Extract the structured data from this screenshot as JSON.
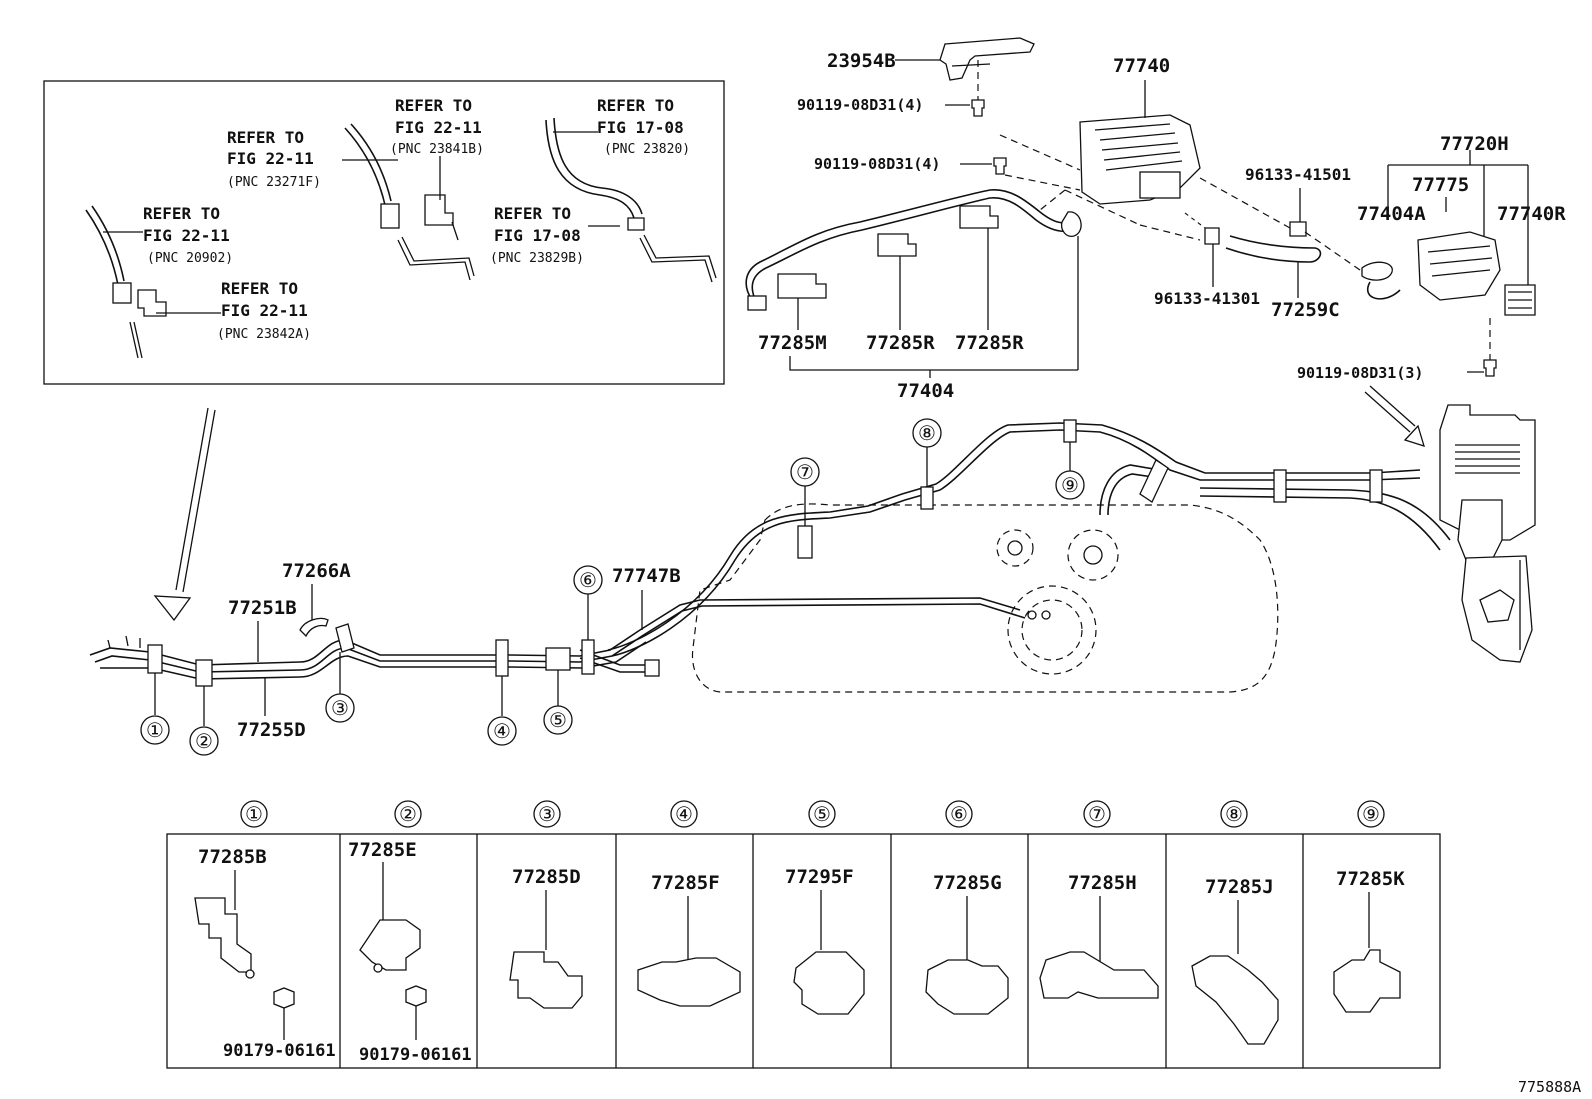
{
  "figure_id": "775888A",
  "inset_refs": [
    {
      "line1": "REFER TO",
      "line2": "FIG 22-11",
      "pnc": "(PNC 23271F)"
    },
    {
      "line1": "REFER TO",
      "line2": "FIG 22-11",
      "pnc": "(PNC 23841B)"
    },
    {
      "line1": "REFER TO",
      "line2": "FIG 17-08",
      "pnc": "(PNC 23820)"
    },
    {
      "line1": "REFER TO",
      "line2": "FIG 22-11",
      "pnc": "(PNC 20902)"
    },
    {
      "line1": "REFER TO",
      "line2": "FIG 17-08",
      "pnc": "(PNC 23829B)"
    },
    {
      "line1": "REFER TO",
      "line2": "FIG 22-11",
      "pnc": "(PNC 23842A)"
    }
  ],
  "top_parts": {
    "p23954B": "23954B",
    "p90119_a": "90119-08D31(4)",
    "p77740": "77740",
    "p90119_b": "90119-08D31(4)",
    "p96133_41501": "96133-41501",
    "p96133_41301": "96133-41301",
    "p77259C": "77259C",
    "p77285M": "77285M",
    "p77285R_1": "77285R",
    "p77285R_2": "77285R",
    "p77404": "77404",
    "p77720H": "77720H",
    "p77775": "77775",
    "p77404A": "77404A",
    "p77740R": "77740R",
    "p90119_c": "90119-08D31(3)"
  },
  "main_parts": {
    "p77266A": "77266A",
    "p77251B": "77251B",
    "p77255D": "77255D",
    "p77747B": "77747B"
  },
  "clamp_markers": [
    "①",
    "②",
    "③",
    "④",
    "⑤",
    "⑥",
    "⑦",
    "⑧",
    "⑨"
  ],
  "clamp_table": [
    {
      "marker": "①",
      "part": "77285B",
      "nut": "90179-06161"
    },
    {
      "marker": "②",
      "part": "77285E",
      "nut": "90179-06161"
    },
    {
      "marker": "③",
      "part": "77285D",
      "nut": ""
    },
    {
      "marker": "④",
      "part": "77285F",
      "nut": ""
    },
    {
      "marker": "⑤",
      "part": "77295F",
      "nut": ""
    },
    {
      "marker": "⑥",
      "part": "77285G",
      "nut": ""
    },
    {
      "marker": "⑦",
      "part": "77285H",
      "nut": ""
    },
    {
      "marker": "⑧",
      "part": "77285J",
      "nut": ""
    },
    {
      "marker": "⑨",
      "part": "77285K",
      "nut": ""
    }
  ]
}
